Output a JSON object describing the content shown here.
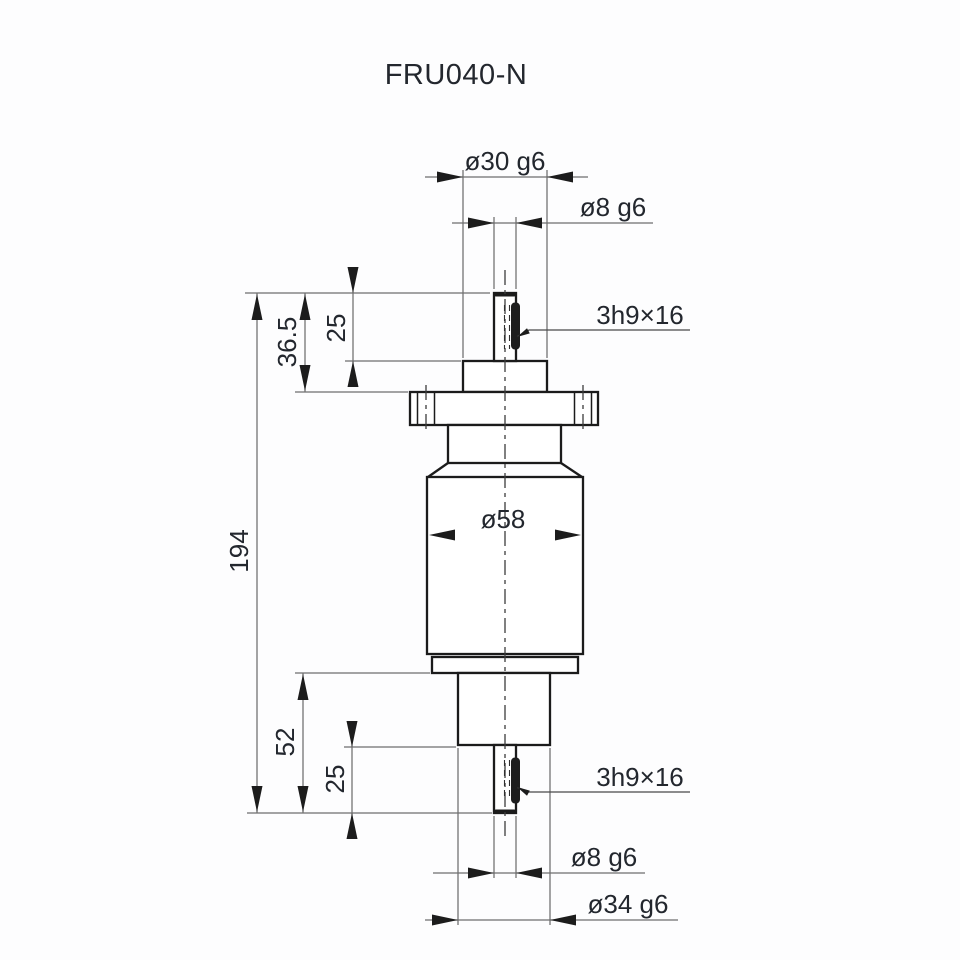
{
  "title": "FRU040-N",
  "drawing": {
    "labels": {
      "top_pilot_dia": "ø30 g6",
      "top_shaft_dia": "ø8 g6",
      "top_keyway": "3h9×16",
      "top_flange_offset": "36.5",
      "top_shaft_len": "25",
      "overall_len": "194",
      "body_dia": "ø58",
      "bottom_hub_len": "52",
      "bottom_shaft_len": "25",
      "bottom_keyway": "3h9×16",
      "bottom_shaft_dia": "ø8 g6",
      "bottom_pilot_dia": "ø34 g6"
    },
    "colors": {
      "outline": "#1b1b1b",
      "dimension_line": "#6e6e6e",
      "text": "#23272e",
      "background": "#fdfdfe"
    }
  }
}
